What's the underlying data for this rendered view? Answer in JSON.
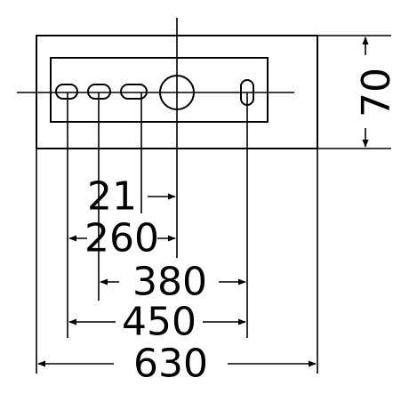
{
  "drawing": {
    "line_color": "#000000",
    "background": "#ffffff",
    "dimensions": {
      "width_total": "630",
      "height": "70",
      "offset_450": "450",
      "offset_380": "380",
      "offset_260": "260",
      "offset_21": "21"
    }
  }
}
